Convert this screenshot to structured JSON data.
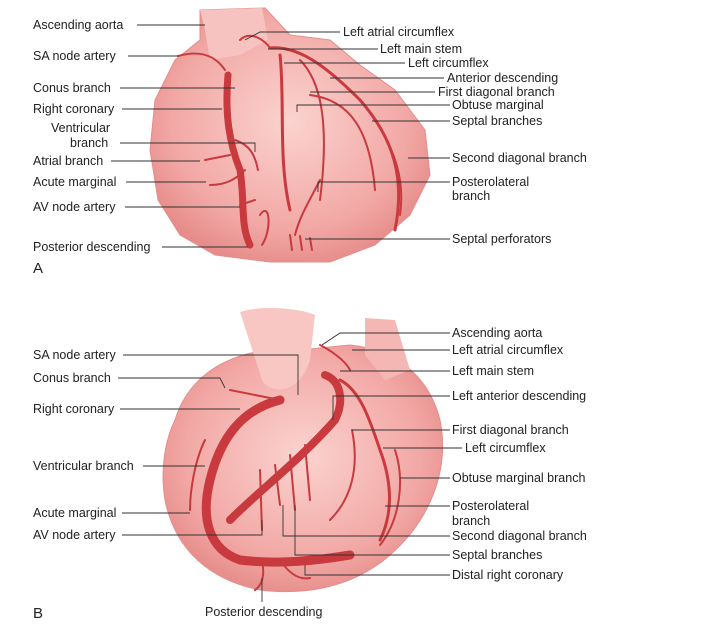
{
  "panels": {
    "a": "A",
    "b": "B"
  },
  "figure_a": {
    "left_labels": {
      "ascending_aorta": "Ascending aorta",
      "sa_node_artery": "SA node artery",
      "conus_branch": "Conus branch",
      "right_coronary": "Right coronary",
      "ventricular_branch": [
        "Ventricular",
        "branch"
      ],
      "atrial_branch": "Atrial branch",
      "acute_marginal": "Acute marginal",
      "av_node_artery": "AV node artery",
      "posterior_descending": "Posterior descending"
    },
    "right_labels": {
      "left_atrial_circumflex": "Left atrial circumflex",
      "left_main_stem": "Left main stem",
      "left_circumflex": "Left circumflex",
      "anterior_descending": "Anterior descending",
      "first_diagonal_branch": "First diagonal branch",
      "obtuse_marginal": "Obtuse marginal",
      "septal_branches": "Septal branches",
      "second_diagonal_branch": "Second diagonal branch",
      "posterolateral_branch": [
        "Posterolateral",
        "branch"
      ],
      "septal_perforators": "Septal perforators"
    }
  },
  "figure_b": {
    "left_labels": {
      "sa_node_artery": "SA node artery",
      "conus_branch": "Conus branch",
      "right_coronary": "Right coronary",
      "ventricular_branch": "Ventricular branch",
      "acute_marginal": "Acute marginal",
      "av_node_artery": "AV node artery",
      "posterior_descending": "Posterior descending"
    },
    "right_labels": {
      "ascending_aorta": "Ascending aorta",
      "left_atrial_circumflex": "Left atrial circumflex",
      "left_main_stem": "Left main stem",
      "left_anterior_descending": "Left anterior descending",
      "first_diagonal_branch": "First diagonal branch",
      "left_circumflex": "Left circumflex",
      "obtuse_marginal_branch": "Obtuse marginal branch",
      "posterolateral_branch": [
        "Posterolateral",
        "branch"
      ],
      "second_diagonal_branch": "Second diagonal branch",
      "septal_branches": "Septal branches",
      "distal_right_coronary": "Distal right coronary"
    }
  },
  "colors": {
    "heart": "#f4b3b0",
    "heart_edge": "#e58e8c",
    "artery": "#c83a3e",
    "leader": "#333333"
  }
}
